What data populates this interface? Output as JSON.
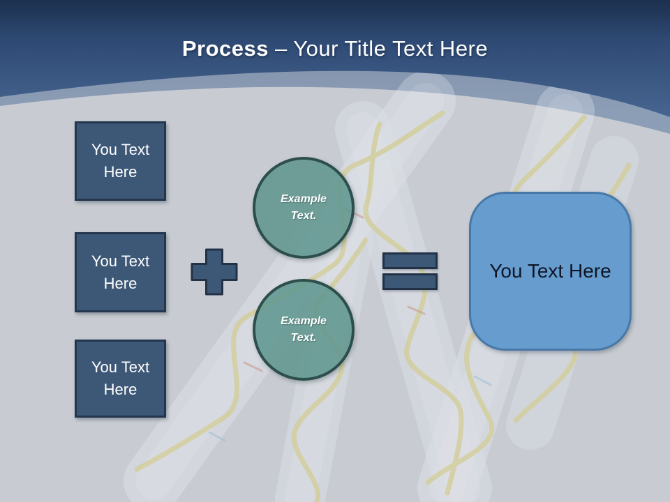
{
  "slide": {
    "title": {
      "emphasis": "Process",
      "rest": "– Your Title Text Here"
    }
  },
  "input_boxes": [
    {
      "line1": "You Text",
      "line2": "Here"
    },
    {
      "line1": "You Text",
      "line2": "Here"
    },
    {
      "line1": "You Text",
      "line2": "Here"
    }
  ],
  "example_circles": [
    {
      "line1": "Example",
      "line2": "Text."
    },
    {
      "line1": "Example",
      "line2": "Text."
    }
  ],
  "result_box": {
    "label": "You Text Here"
  },
  "icons": {
    "operator1": "plus-icon",
    "operator2": "equals-icon",
    "watermark": "dna-chromosome-watermark"
  },
  "colors": {
    "header_blue_top": "#1c2f4d",
    "header_blue": "#46648f",
    "body_gray": "#c8ccd2",
    "band_gray": "#a9b1be",
    "shape_navy_fill": "#3d5877",
    "shape_navy_border": "#24364e",
    "circle_teal_fill": "#629690",
    "circle_teal_border": "#2c4e4c",
    "result_blue_fill": "#679dce",
    "result_blue_border": "#4878a8",
    "title_text": "#ffffff",
    "dna_helix_yellow": "#ddd06a"
  }
}
